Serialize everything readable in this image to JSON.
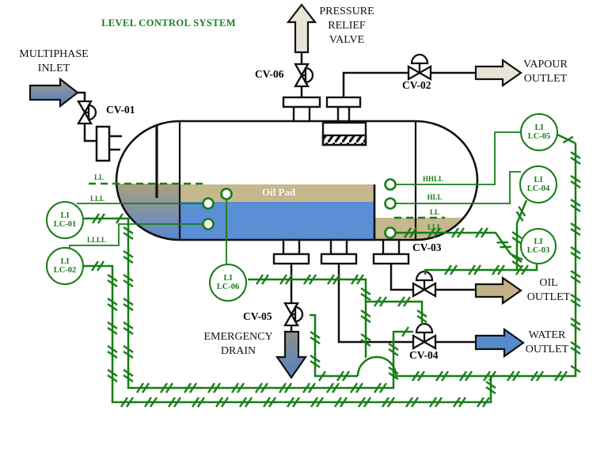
{
  "title": "LEVEL CONTROL SYSTEM",
  "vessel": {
    "oil_pad_label": "Oil Pad"
  },
  "streams": {
    "multiphase_inlet": {
      "lines": [
        "MULTIPHASE",
        "INLET"
      ]
    },
    "pressure_relief_valve": {
      "lines": [
        "PRESSURE",
        "RELIEF",
        "VALVE"
      ]
    },
    "vapour_outlet": {
      "lines": [
        "VAPOUR",
        "OUTLET"
      ]
    },
    "oil_outlet": {
      "lines": [
        "OIL",
        "OUTLET"
      ]
    },
    "water_outlet": {
      "lines": [
        "WATER",
        "OUTLET"
      ]
    },
    "emergency_drain": {
      "lines": [
        "EMERGENCY",
        "DRAIN"
      ]
    }
  },
  "valves": {
    "cv01": {
      "label": "CV-01"
    },
    "cv02": {
      "label": "CV-02"
    },
    "cv03": {
      "label": "CV-03"
    },
    "cv04": {
      "label": "CV-04"
    },
    "cv05": {
      "label": "CV-05"
    },
    "cv06": {
      "label": "CV-06"
    }
  },
  "instruments": {
    "lc01": {
      "tag": "LI",
      "id": "LC-01"
    },
    "lc02": {
      "tag": "LI",
      "id": "LC-02"
    },
    "lc03": {
      "tag": "LI",
      "id": "LC-03"
    },
    "lc04": {
      "tag": "LI",
      "id": "LC-04"
    },
    "lc05": {
      "tag": "LI",
      "id": "LC-05"
    },
    "lc06": {
      "tag": "LI",
      "id": "LC-06"
    }
  },
  "levels": {
    "left": {
      "ll": "LL",
      "lll": "LLL",
      "llll": "LLLL"
    },
    "right": {
      "hhll": "HHLL",
      "hll": "HLL",
      "ll": "LL",
      "lll": "LLL"
    }
  },
  "colors": {
    "signal_green": "#177d17",
    "oil_tan": "#c5b88e",
    "water_blue": "#5a8ed5",
    "vapour_beige": "#e9e5d6",
    "oil_arrow": "#c2b186",
    "water_arrow": "#568acd"
  }
}
